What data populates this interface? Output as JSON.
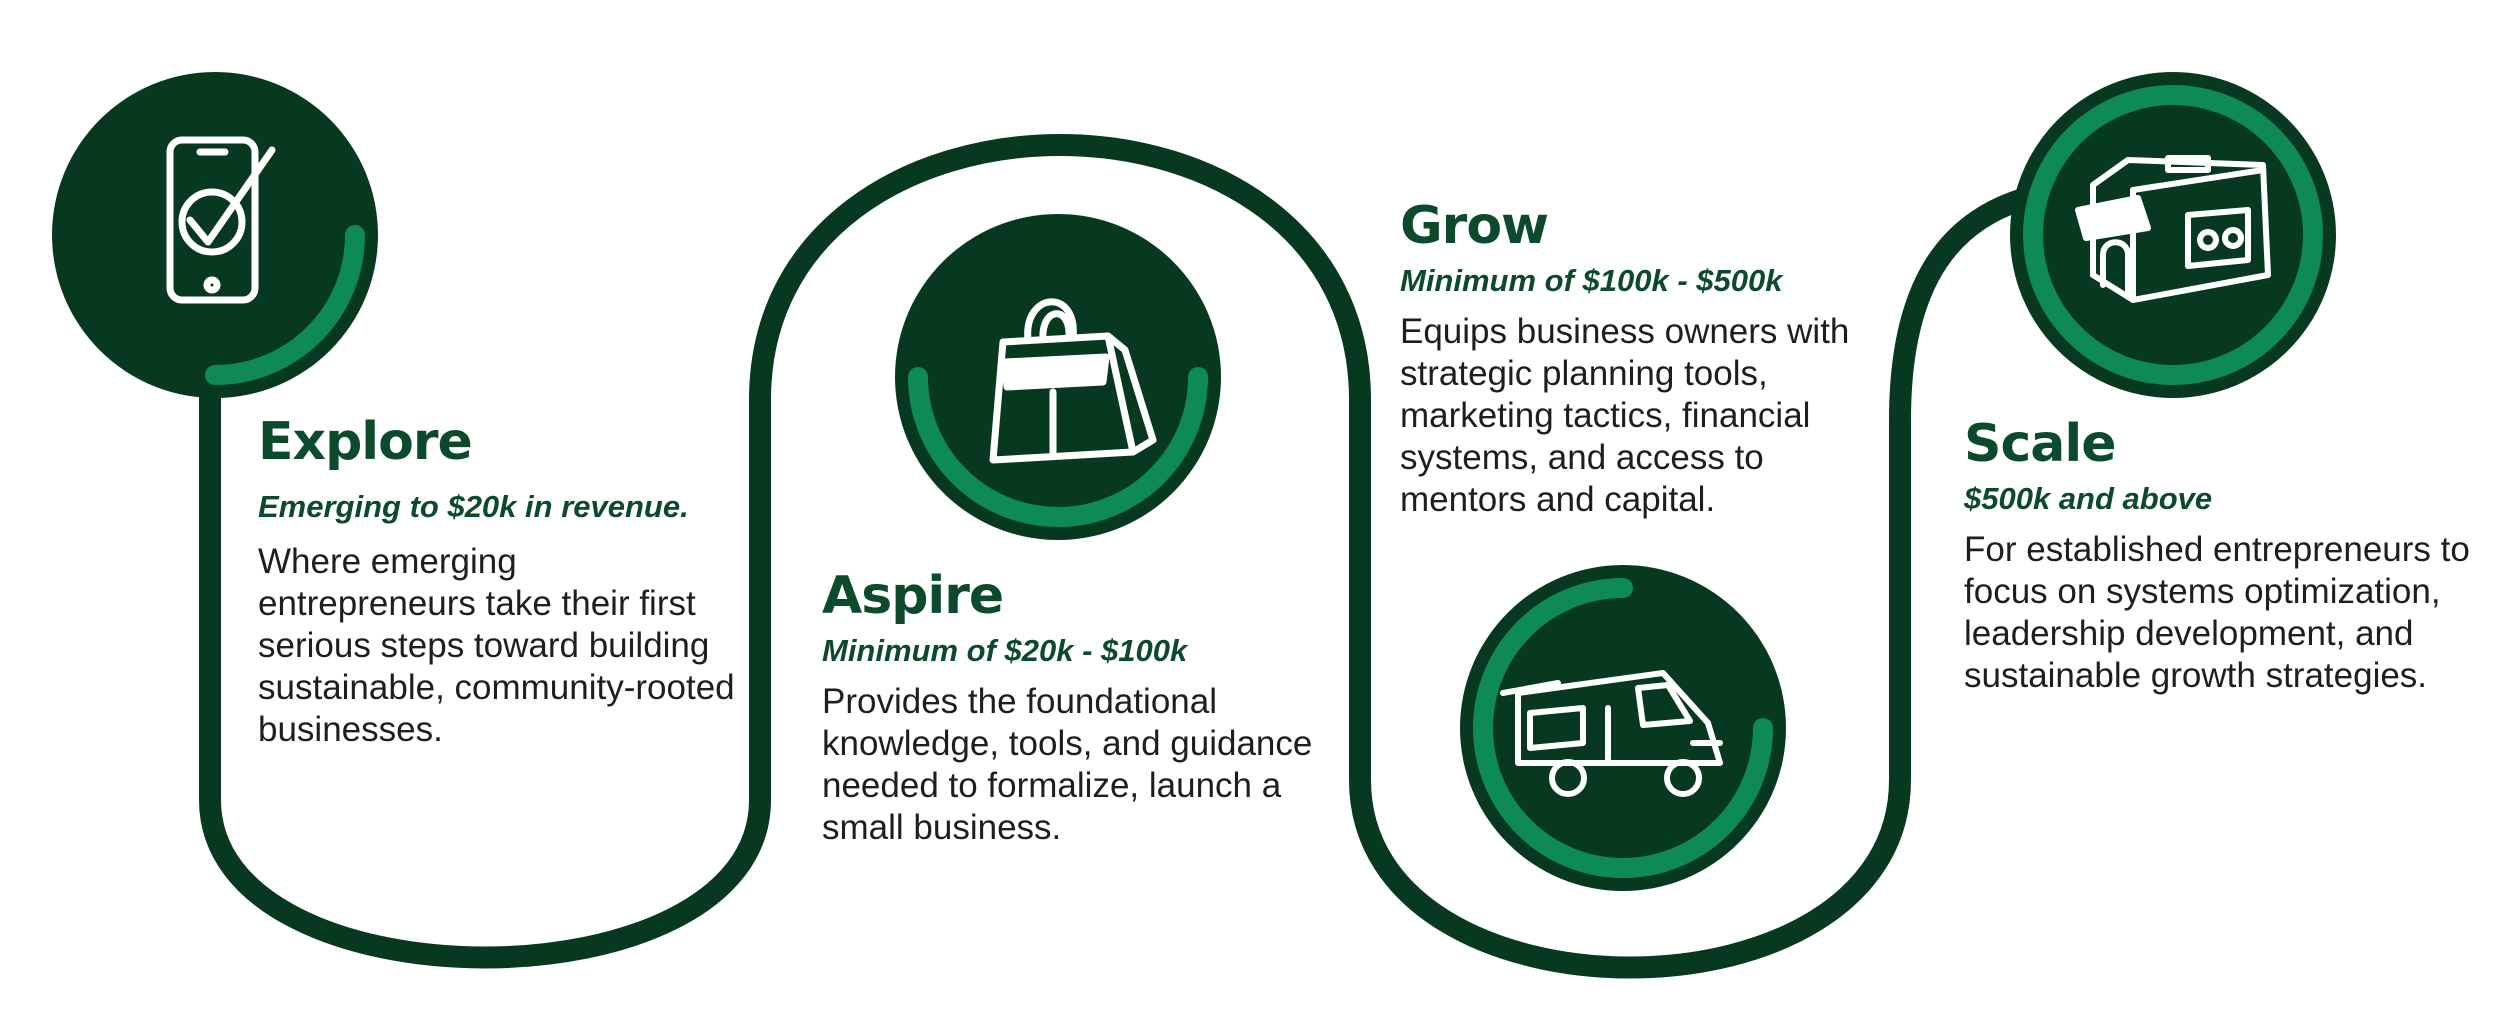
{
  "colors": {
    "dark_green": "#06391f",
    "accent_green": "#0e8a55",
    "title_green": "#0b4a2a",
    "text": "#1e1e1e"
  },
  "stages": [
    {
      "title": "Explore",
      "subtitle": "Emerging to $20k in revenue.",
      "description": "Where emerging entrepreneurs take their first serious steps toward building sustainable, community-rooted businesses.",
      "icon": "smartphone-check-icon"
    },
    {
      "title": "Aspire",
      "subtitle": "Minimum of $20k - $100k",
      "description": "Provides the foundational knowledge, tools, and guidance needed to formalize, launch a small business.",
      "icon": "shopping-bag-icon"
    },
    {
      "title": "Grow",
      "subtitle": "Minimum of $100k - $500k",
      "description": "Equips business owners with strategic planning tools, marketing tactics, financial systems, and access to mentors and capital.",
      "icon": "food-truck-icon"
    },
    {
      "title": "Scale",
      "subtitle": "$500k and above",
      "description": "For established entrepreneurs to focus on systems optimization, leadership development, and sustainable growth strategies.",
      "icon": "storefront-icon"
    }
  ]
}
